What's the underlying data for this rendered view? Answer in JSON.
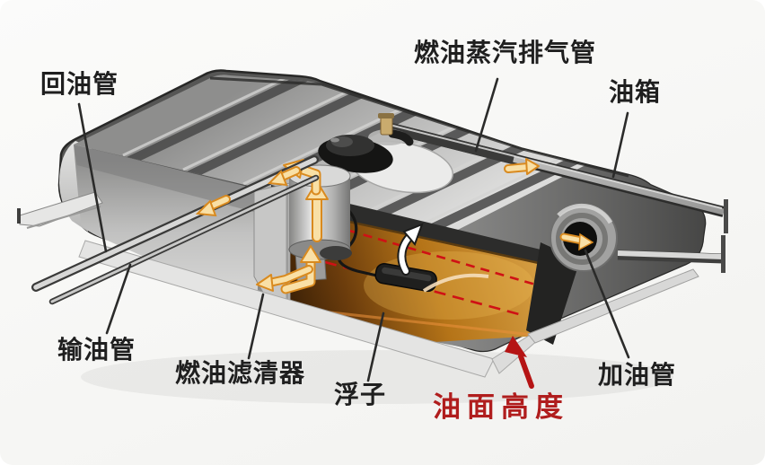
{
  "diagram": {
    "subject": "automotive fuel tank cutaway",
    "background": "#f8f8f7",
    "parts": [
      {
        "id": "return-pipe",
        "text": "回油管"
      },
      {
        "id": "vapor-pipe",
        "text": "燃油蒸汽排气管"
      },
      {
        "id": "fuel-tank",
        "text": "油箱"
      },
      {
        "id": "delivery-pipe",
        "text": "输油管"
      },
      {
        "id": "fuel-filter",
        "text": "燃油滤清器"
      },
      {
        "id": "float",
        "text": "浮子"
      },
      {
        "id": "oil-level",
        "text": "油面高度"
      },
      {
        "id": "filler-pipe",
        "text": "加油管"
      }
    ],
    "colors": {
      "label_text": "#1f1f1f",
      "oil_level_text": "#b01d1d",
      "callout_line": "#2b2b2a",
      "level_dash_red": "#cf1115",
      "fuel_light": "#d9a348",
      "fuel_dark": "#3a2006",
      "tank_gray": "#8f8f8e",
      "flow_arrow_fill": "#f9e0a6",
      "flow_arrow_stroke": "#d98a1f"
    }
  }
}
